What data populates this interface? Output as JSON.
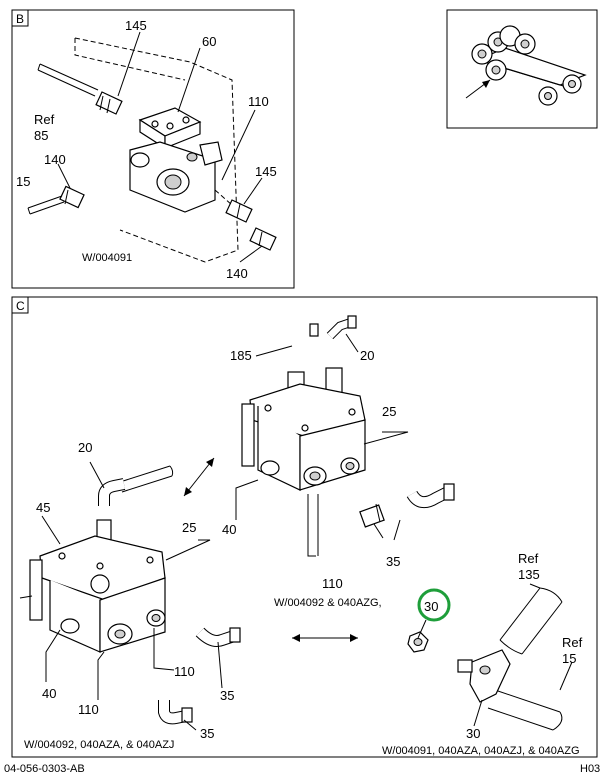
{
  "panel_b": {
    "letter": "B",
    "code": "W/004091",
    "callouts": {
      "c145a": "145",
      "c60": "60",
      "c110": "110",
      "ref": "Ref",
      "c85": "85",
      "c140a": "140",
      "c15": "15",
      "c145b": "145",
      "c140b": "140"
    }
  },
  "panel_c": {
    "letter": "C",
    "code_top": "W/004092 & 040AZG,",
    "code_bottom_left": "W/004092, 040AZA, & 040AZJ",
    "code_bottom_right": "W/004091, 040AZA, 040AZJ, & 040AZG",
    "callouts": {
      "c185": "185",
      "c20a": "20",
      "c25a": "25",
      "c40a": "40",
      "c35a": "35",
      "c110a": "110",
      "c20b": "20",
      "c45": "45",
      "c25b": "25",
      "c40b": "40",
      "c110b": "110",
      "c110c": "110",
      "c35b": "35",
      "c35c": "35",
      "c30a": "30",
      "ref1": "Ref",
      "c135": "135",
      "ref2": "Ref",
      "c15": "15",
      "c30b": "30"
    }
  },
  "footer": {
    "doc_id": "04-056-0303-AB",
    "page": "H03"
  },
  "colors": {
    "highlight": "#1e9e3a",
    "line": "#000000"
  }
}
